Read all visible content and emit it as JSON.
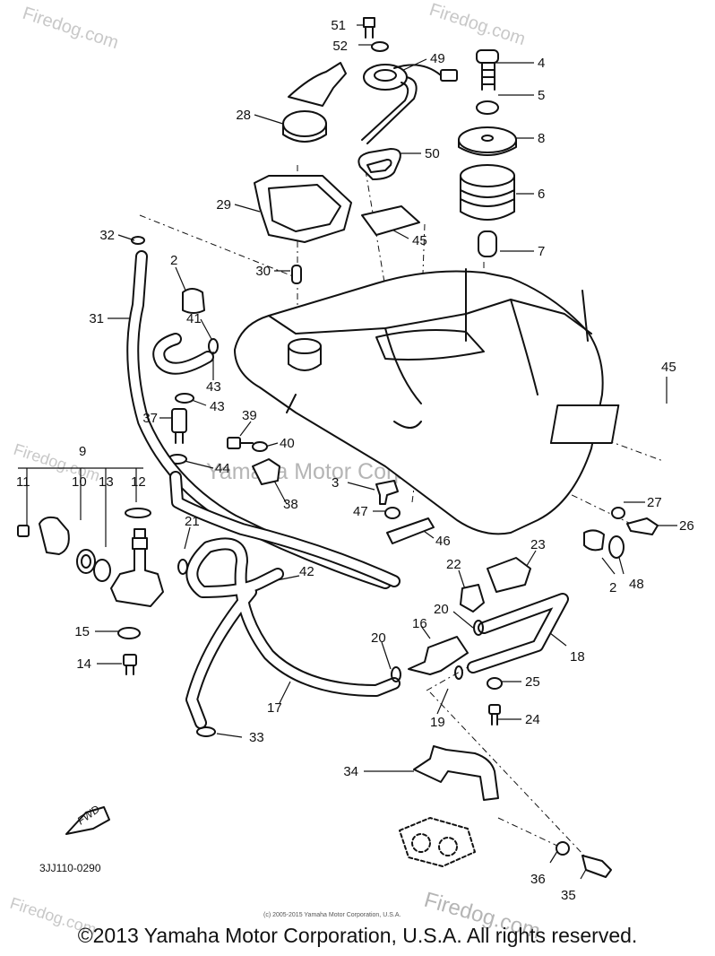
{
  "watermarks": {
    "site": "Firedog.com",
    "center": "Yamaha Motor Corp., U.S.A."
  },
  "diagram_code": "3JJ110-0290",
  "fwd_label": "FWD",
  "small_copyright": "(c) 2005-2015 Yamaha Motor Corporation, U.S.A.",
  "copyright": "©2013 Yamaha Motor Corporation, U.S.A. All rights reserved.",
  "callouts": [
    {
      "id": "51",
      "label": "51"
    },
    {
      "id": "52",
      "label": "52"
    },
    {
      "id": "49",
      "label": "49"
    },
    {
      "id": "4",
      "label": "4"
    },
    {
      "id": "5",
      "label": "5"
    },
    {
      "id": "8",
      "label": "8"
    },
    {
      "id": "28",
      "label": "28"
    },
    {
      "id": "50",
      "label": "50"
    },
    {
      "id": "6",
      "label": "6"
    },
    {
      "id": "29",
      "label": "29"
    },
    {
      "id": "45a",
      "label": "45"
    },
    {
      "id": "7",
      "label": "7"
    },
    {
      "id": "32",
      "label": "32"
    },
    {
      "id": "2a",
      "label": "2"
    },
    {
      "id": "30",
      "label": "30"
    },
    {
      "id": "31",
      "label": "31"
    },
    {
      "id": "41",
      "label": "41"
    },
    {
      "id": "43a",
      "label": "43"
    },
    {
      "id": "43b",
      "label": "43"
    },
    {
      "id": "45b",
      "label": "45"
    },
    {
      "id": "37",
      "label": "37"
    },
    {
      "id": "39",
      "label": "39"
    },
    {
      "id": "40",
      "label": "40"
    },
    {
      "id": "9",
      "label": "9"
    },
    {
      "id": "44",
      "label": "44"
    },
    {
      "id": "11",
      "label": "11"
    },
    {
      "id": "10",
      "label": "10"
    },
    {
      "id": "13",
      "label": "13"
    },
    {
      "id": "12",
      "label": "12"
    },
    {
      "id": "3",
      "label": "3"
    },
    {
      "id": "38",
      "label": "38"
    },
    {
      "id": "27",
      "label": "27"
    },
    {
      "id": "26",
      "label": "26"
    },
    {
      "id": "21",
      "label": "21"
    },
    {
      "id": "47",
      "label": "47"
    },
    {
      "id": "46",
      "label": "46"
    },
    {
      "id": "23",
      "label": "23"
    },
    {
      "id": "2b",
      "label": "2"
    },
    {
      "id": "48",
      "label": "48"
    },
    {
      "id": "42",
      "label": "42"
    },
    {
      "id": "22",
      "label": "22"
    },
    {
      "id": "20a",
      "label": "20"
    },
    {
      "id": "16",
      "label": "16"
    },
    {
      "id": "15",
      "label": "15"
    },
    {
      "id": "18",
      "label": "18"
    },
    {
      "id": "20b",
      "label": "20"
    },
    {
      "id": "14",
      "label": "14"
    },
    {
      "id": "25",
      "label": "25"
    },
    {
      "id": "17",
      "label": "17"
    },
    {
      "id": "19",
      "label": "19"
    },
    {
      "id": "24",
      "label": "24"
    },
    {
      "id": "33",
      "label": "33"
    },
    {
      "id": "34",
      "label": "34"
    },
    {
      "id": "36",
      "label": "36"
    },
    {
      "id": "35",
      "label": "35"
    }
  ]
}
